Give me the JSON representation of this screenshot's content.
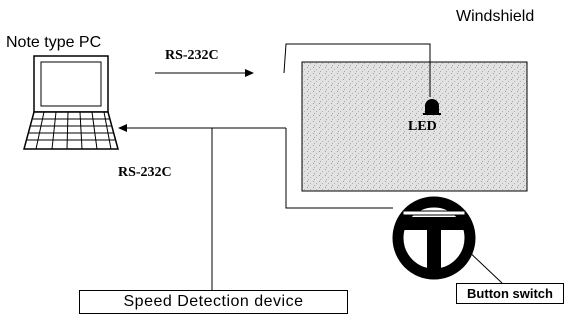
{
  "labels": {
    "pc": "Note type PC",
    "windshield": "Windshield",
    "rs_top": "RS-232C",
    "rs_left": "RS-232C",
    "led": "LED",
    "speed_device": "Speed Detection device",
    "button_switch": "Button switch"
  },
  "colors": {
    "line": "#000000",
    "windshield_fill": "#e2e2e2",
    "screen_fill": "#ffffff"
  }
}
